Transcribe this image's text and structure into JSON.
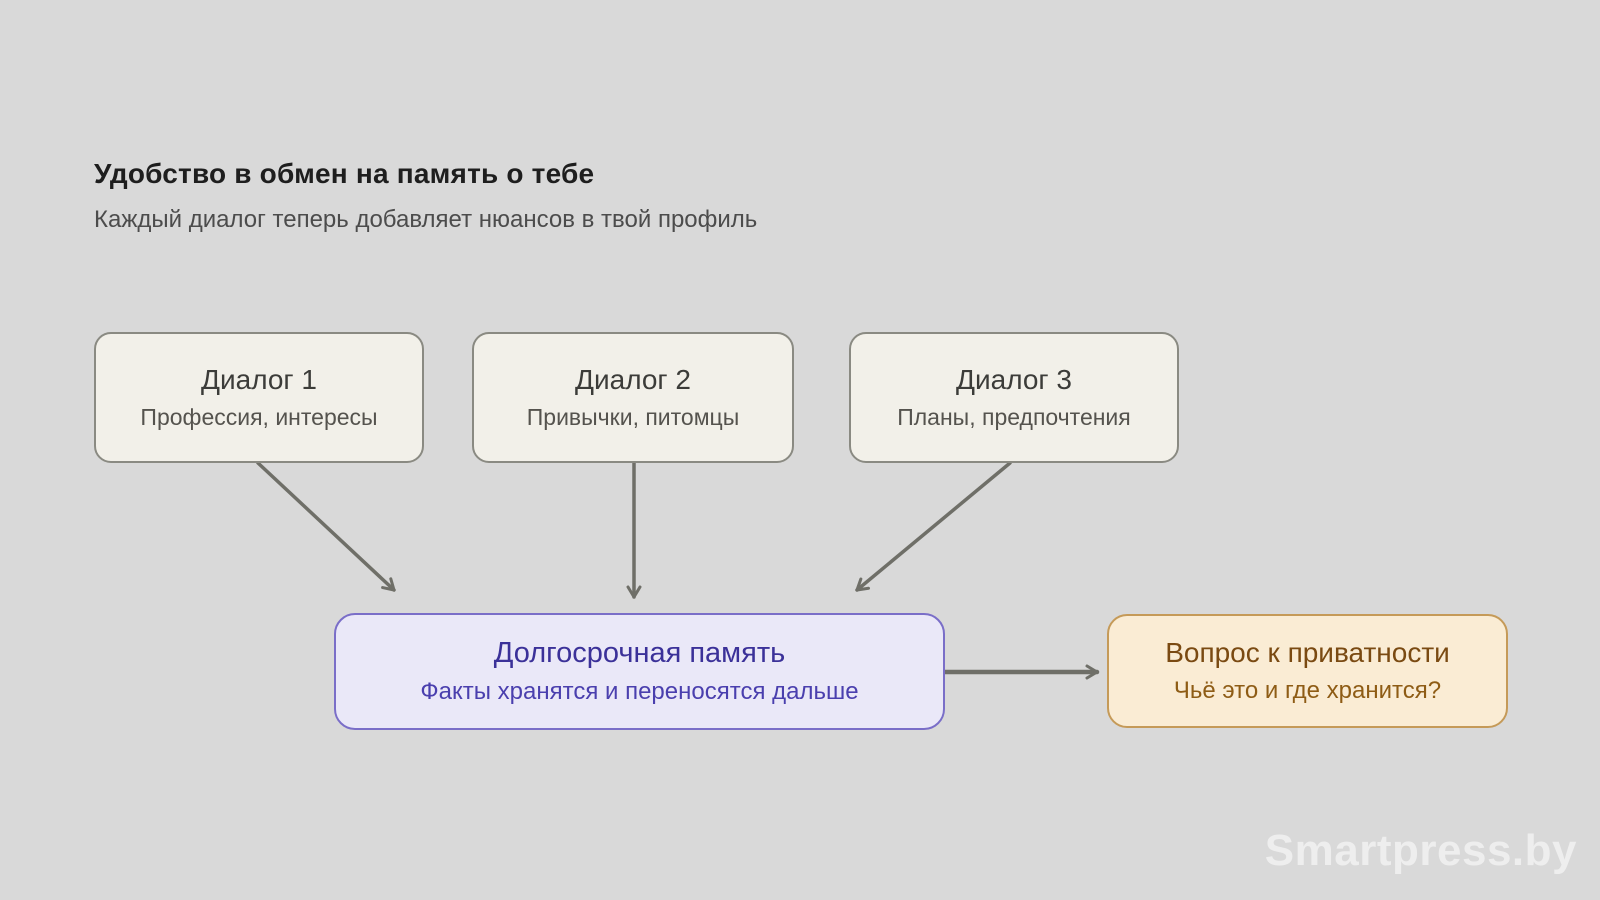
{
  "page": {
    "title": "Удобство в обмен на память о тебе",
    "subtitle": "Каждый диалог теперь добавляет нюансов в твой профиль",
    "watermark": "Smartpress.by"
  },
  "diagram": {
    "sources": [
      {
        "title": "Диалог 1",
        "subtitle": "Профессия, интересы"
      },
      {
        "title": "Диалог 2",
        "subtitle": "Привычки, питомцы"
      },
      {
        "title": "Диалог 3",
        "subtitle": "Планы, предпочтения"
      }
    ],
    "memory": {
      "title": "Долгосрочная память",
      "subtitle": "Факты хранятся и переносятся дальше"
    },
    "privacy": {
      "title": "Вопрос к приватности",
      "subtitle": "Чьё это и где хранится?"
    },
    "colors": {
      "background": "#d9d9d9",
      "source_fill": "#f2f0e9",
      "source_border": "#8a8a82",
      "memory_fill": "#eae8f8",
      "memory_border": "#7a6ec8",
      "memory_text": "#3b3199",
      "privacy_fill": "#faecd4",
      "privacy_border": "#c59a58",
      "privacy_text": "#7a4a12",
      "arrow": "#6f6f68"
    }
  }
}
